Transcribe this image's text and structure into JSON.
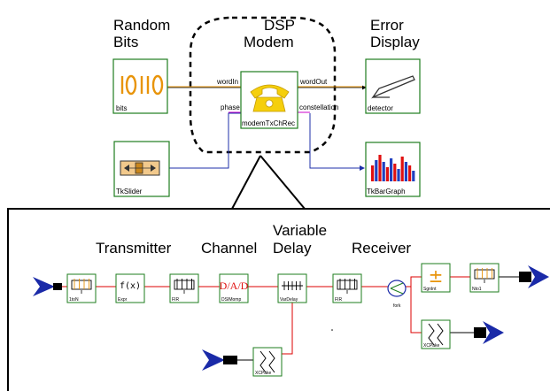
{
  "top": {
    "random_bits": {
      "line1": "Random",
      "line2": "Bits"
    },
    "dsp_modem": {
      "line1": "DSP",
      "line2": "Modem"
    },
    "error_display": {
      "line1": "Error",
      "line2": "Display"
    },
    "blocks": {
      "bits": "bits",
      "modem": "modemTxChRec",
      "detector": "detector",
      "slider": "TkSlider",
      "bargraph": "TkBarGraph"
    },
    "ports": {
      "word_in": "wordIn",
      "word_out": "wordOut",
      "phase": "phase",
      "constellation": "constellation"
    }
  },
  "bottom": {
    "headings": {
      "transmitter": "Transmitter",
      "channel": "Channel",
      "variable": "Variable",
      "delay": "Delay",
      "receiver": "Receiver"
    },
    "blocks": {
      "one_to_n": "1toN",
      "expr": "Expr",
      "fir1": "FIR",
      "dsimomp": "DSIMomp",
      "vardelay": "VarDelay",
      "fir2": "FIR",
      "fork": "fork",
      "signint": "SgnInt",
      "nto1": "Nto1",
      "xcpake1": "XCPake",
      "xcpake2": "XCPake"
    },
    "expr_text": "f(x)",
    "dac_text": "D/A/D",
    "signint_symbol": "±"
  },
  "colors": {
    "block_border": "#1e7d1e",
    "block_fill": "#ffffff",
    "icon_orange": "#e8940a",
    "modem_yellow": "#f5cf0c",
    "wire": "#000000",
    "wire_orange": "#e8940a",
    "wire_magenta": "#cc00cc",
    "wire_blue": "#1c2fa8",
    "wire_red": "#dd0000",
    "arrow_blue": "#1a2aa8",
    "slider_fill": "#f2c98c",
    "bar_red": "#e01010",
    "bar_blue": "#2040c0"
  },
  "icons": [
    "bits-icon",
    "phone-icon",
    "pen-icon",
    "slider-icon",
    "bar-graph-icon",
    "fork-icon",
    "plus-minus-icon",
    "fir-icon",
    "delay-icon",
    "squiggle-icon"
  ]
}
